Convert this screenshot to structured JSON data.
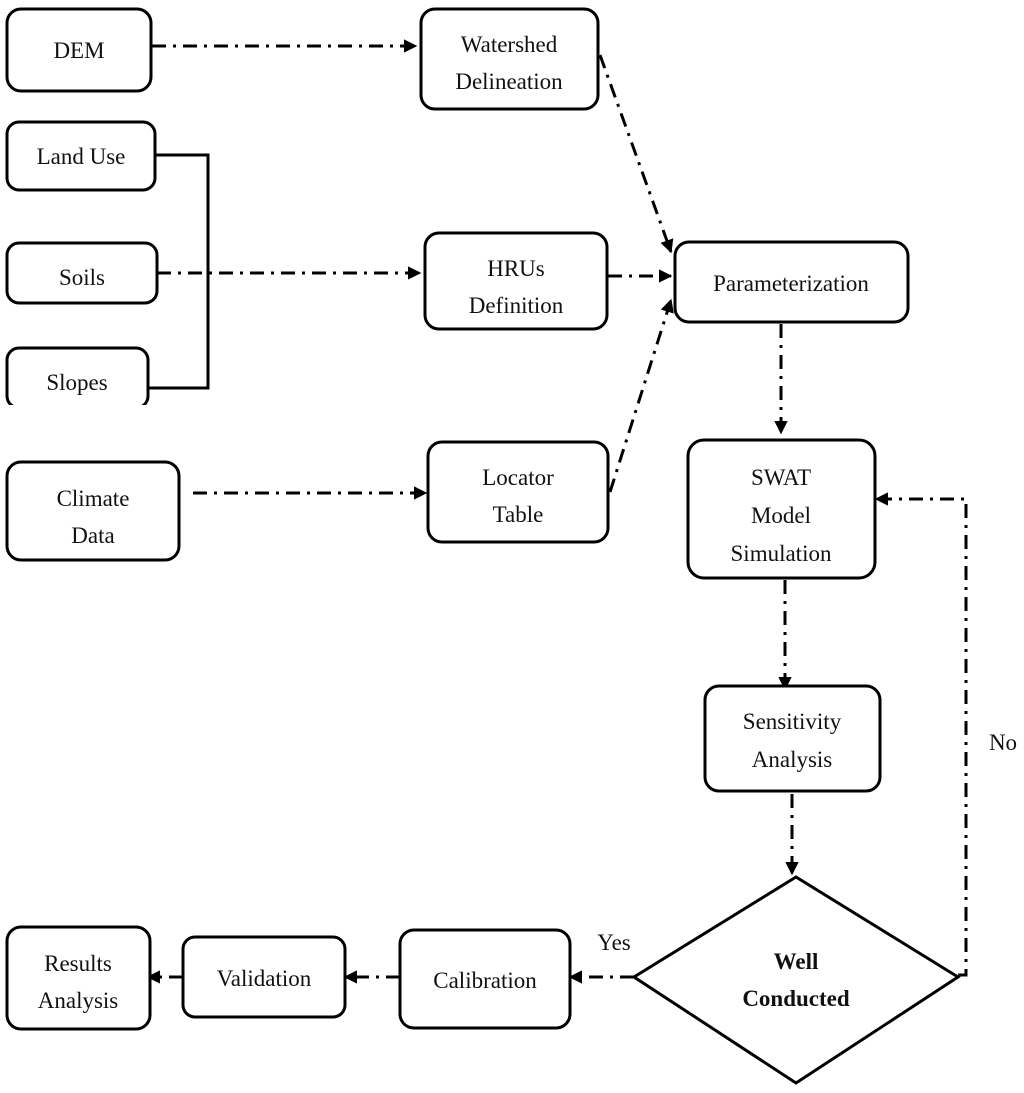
{
  "nodes": {
    "dem": "DEM",
    "land_use": "Land Use",
    "soils": "Soils",
    "slopes": "Slopes",
    "climate": [
      "Climate",
      "Data"
    ],
    "watershed": [
      "Watershed",
      "Delineation"
    ],
    "hrus": [
      "HRUs",
      "Definition"
    ],
    "locator": [
      "Locator",
      "Table"
    ],
    "parameterization": "Parameterization",
    "swat": [
      "SWAT",
      "Model",
      "Simulation"
    ],
    "sensitivity": [
      "Sensitivity",
      "Analysis"
    ],
    "decision": [
      "Well",
      "Conducted"
    ],
    "calibration": "Calibration",
    "validation": "Validation",
    "results": [
      "Results",
      "Analysis"
    ]
  },
  "edge_labels": {
    "yes": "Yes",
    "no": "No"
  }
}
